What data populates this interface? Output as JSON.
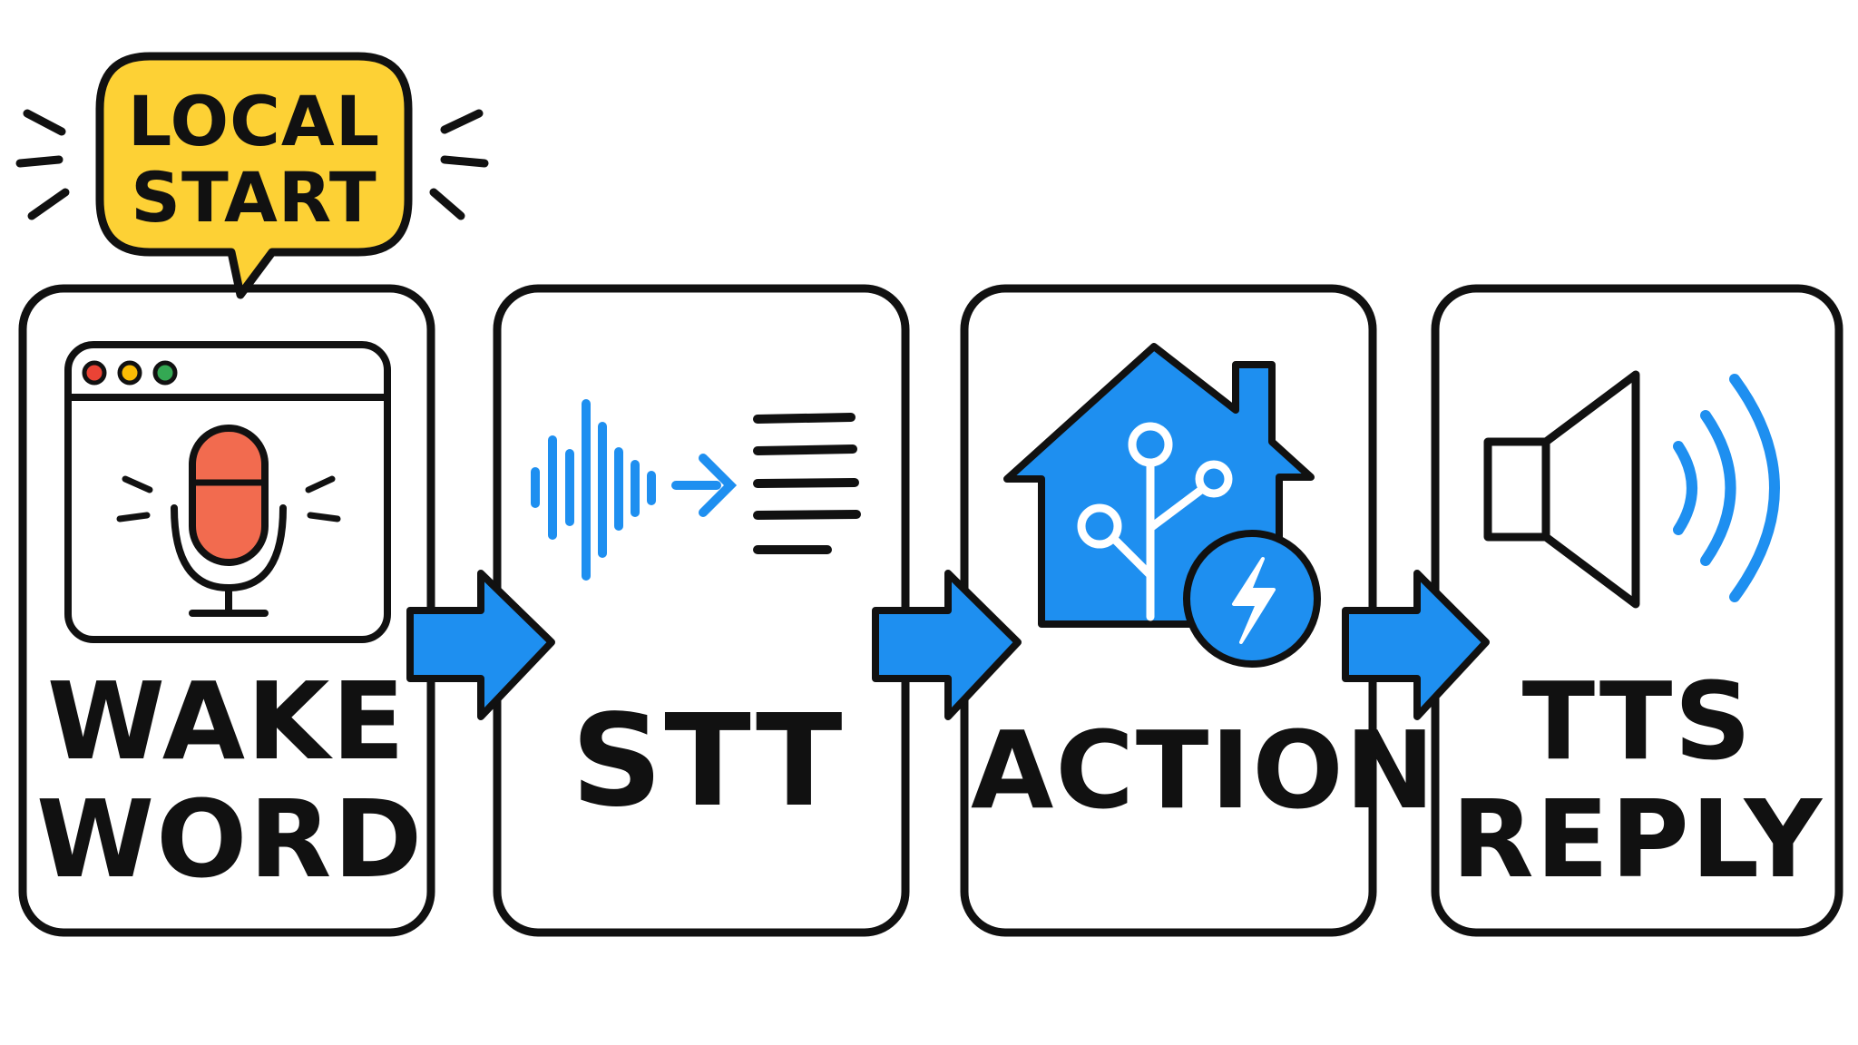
{
  "callout": {
    "line1": "LOCAL",
    "line2": "START"
  },
  "steps": [
    {
      "line1": "WAKE",
      "line2": "WORD",
      "icon": "microphone-window-icon"
    },
    {
      "line1": "STT",
      "icon": "waveform-to-text-icon"
    },
    {
      "line1": "ACTION",
      "icon": "smart-home-icon"
    },
    {
      "line1": "TTS",
      "line2": "REPLY",
      "icon": "speaker-icon"
    }
  ],
  "colors": {
    "outline": "#111111",
    "accent_blue": "#1e8ff0",
    "callout_yellow": "#fdd135",
    "mic_red": "#f26b4f",
    "dot_red": "#ea4335",
    "dot_yellow": "#fbbc05",
    "dot_green": "#34a853"
  }
}
